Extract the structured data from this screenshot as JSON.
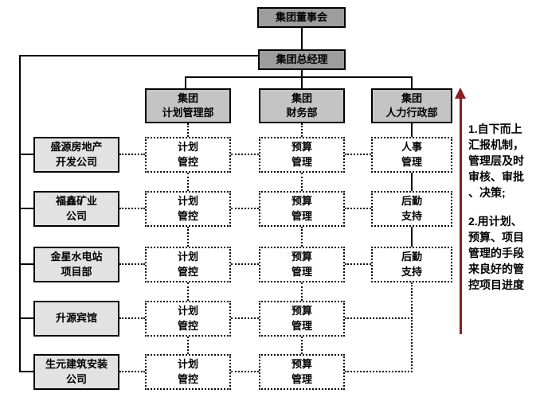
{
  "diagram": {
    "board": {
      "label": "集团董事会"
    },
    "gm": {
      "label": "集团总经理"
    },
    "departments": [
      {
        "label": "集团\n计划管理部"
      },
      {
        "label": "集团\n财务部"
      },
      {
        "label": "集团\n人力行政部"
      }
    ],
    "companies": [
      {
        "label": "盛源房地产\n开发公司"
      },
      {
        "label": "福鑫矿业\n公司"
      },
      {
        "label": "金星水电站\n项目部"
      },
      {
        "label": "升源宾馆"
      },
      {
        "label": "生元建筑安装\n公司"
      }
    ],
    "matrix": {
      "plan_cells": [
        "计划\n管控",
        "计划\n管控",
        "计划\n管控",
        "计划\n管控",
        "计划\n管控"
      ],
      "budget_cells": [
        "预算\n管理",
        "预算\n管理",
        "预算\n管理",
        "预算\n管理",
        "预算\n管理"
      ],
      "hr_cells": [
        "人事\n管理",
        "后勤\n支持",
        "后勤\n支持"
      ]
    },
    "annotation": {
      "para1": "1.自下而上\n汇报机制，\n管理层及时\n审核、审批\n、决策;",
      "para2": "2.用计划、\n预算、项目\n管理的手段\n来良好的管\n控项目进度"
    },
    "colors": {
      "top_box": "#9d9d9d",
      "dept_box": "#c4c4c4",
      "company_box": "#e2e2e2",
      "arrow": "#8b1f1f",
      "line": "#000000"
    }
  }
}
